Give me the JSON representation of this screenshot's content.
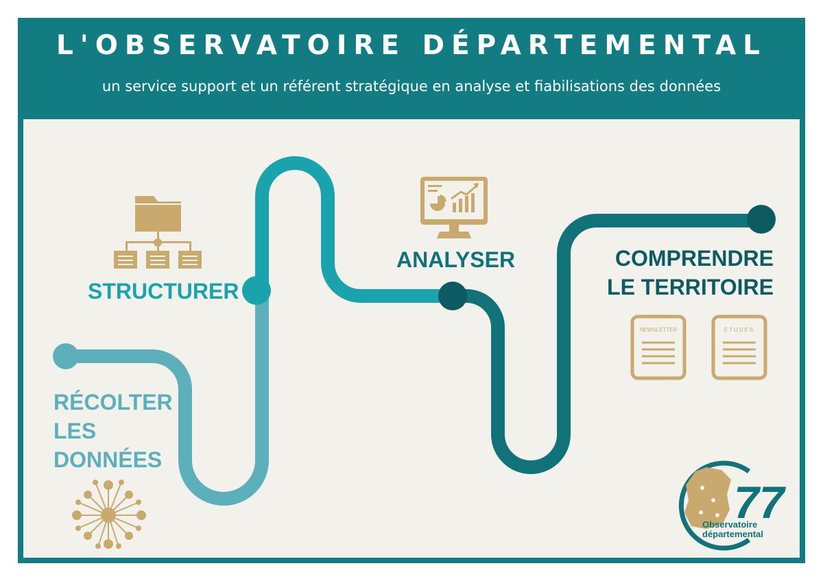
{
  "header": {
    "title": "L'OBSERVATOIRE DÉPARTEMENTAL",
    "subtitle": "un service support et un référent stratégique en analyse et fiabilisations des données"
  },
  "steps": [
    {
      "label_lines": [
        "RÉCOLTER",
        "LES",
        "DONNÉES"
      ],
      "icon": "network-icon"
    },
    {
      "label": "STRUCTURER",
      "icon": "folder-hierarchy-icon"
    },
    {
      "label": "ANALYSER",
      "icon": "monitor-chart-icon"
    },
    {
      "label_lines": [
        "COMPRENDRE",
        "LE TERRITOIRE"
      ],
      "icons": [
        "newsletter-document-icon",
        "etudes-document-icon"
      ]
    }
  ],
  "documents": {
    "newsletter": "NEWSLETTER",
    "etudes": "ÉTUDES"
  },
  "logo": {
    "number": "77",
    "line1": "Observatoire",
    "line2": "départemental"
  },
  "colors": {
    "frame": "#137c83",
    "panel": "#f3f1ec",
    "gold": "#c9a96e",
    "teal_light": "#5db0bb",
    "teal_mid": "#1aa3ad",
    "teal_dark": "#12727a",
    "teal_darkest": "#0e5a63"
  }
}
